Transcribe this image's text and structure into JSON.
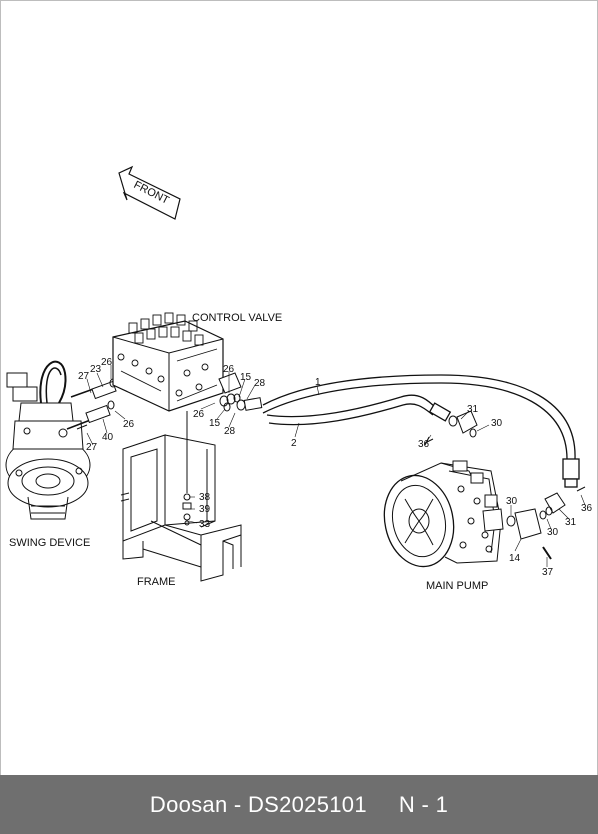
{
  "diagram": {
    "front_label": "FRONT",
    "components": {
      "control_valve": "CONTROL VALVE",
      "swing_device": "SWING DEVICE",
      "frame": "FRAME",
      "main_pump": "MAIN PUMP"
    },
    "callouts": {
      "c1": "1",
      "c2": "2",
      "c14": "14",
      "c15a": "15",
      "c15b": "15",
      "c23": "23",
      "c26a": "26",
      "c26b": "26",
      "c26c": "26",
      "c26d": "26",
      "c27a": "27",
      "c27b": "27",
      "c28a": "28",
      "c28b": "28",
      "c30a": "30",
      "c30b": "30",
      "c30c": "30",
      "c31a": "31",
      "c31b": "31",
      "c33": "33",
      "c36a": "36",
      "c36b": "36",
      "c37": "37",
      "c38": "38",
      "c39": "39",
      "c40": "40"
    }
  },
  "footer": {
    "text": "Doosan - DS2025101     N - 1"
  }
}
